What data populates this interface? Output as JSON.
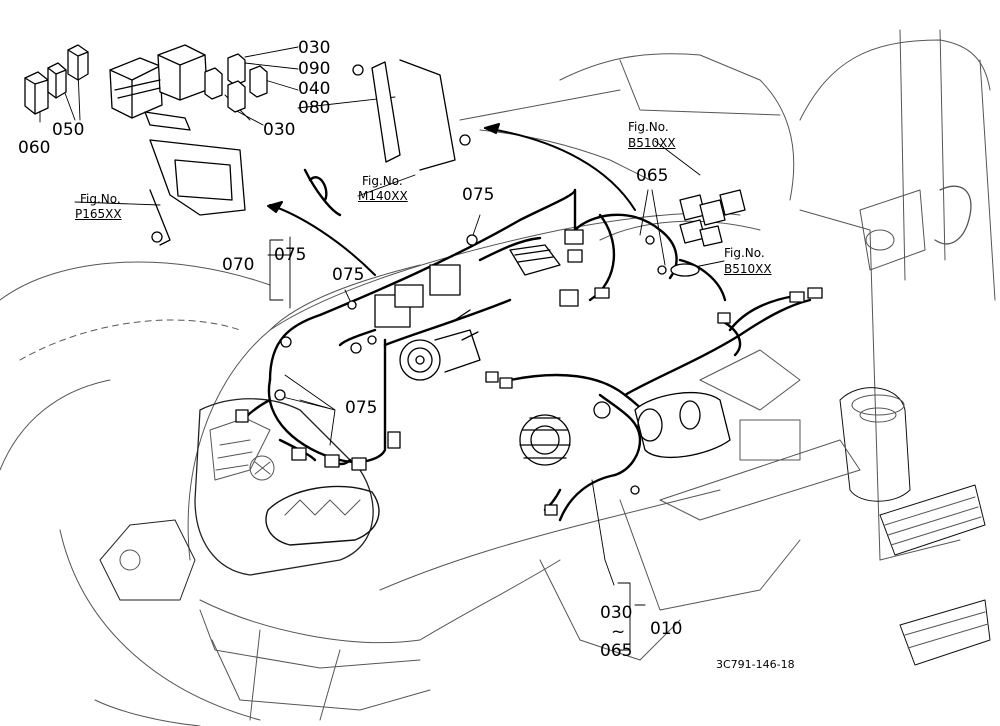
{
  "labels": {
    "n030_top": "030",
    "n090": "090",
    "n040": "040",
    "n080": "080",
    "n030_mid": "030",
    "n050": "050",
    "n060": "060",
    "n075_a": "075",
    "n070": "070",
    "n075_b": "075",
    "n075_c": "075",
    "n075_d": "075",
    "n065_top": "065",
    "n030_bot": "030",
    "tilde": "~",
    "n065_bot": "065",
    "n010": "010"
  },
  "refs": {
    "fig_no": "Fig.No.",
    "p165": "P165XX",
    "m140": "M140XX",
    "b510_top": "B510XX",
    "b510_right": "B510XX"
  },
  "drawing_code": "3C791-146-18",
  "colors": {
    "ink": "#000000",
    "paper": "#ffffff",
    "light": "#bdbdbd"
  }
}
